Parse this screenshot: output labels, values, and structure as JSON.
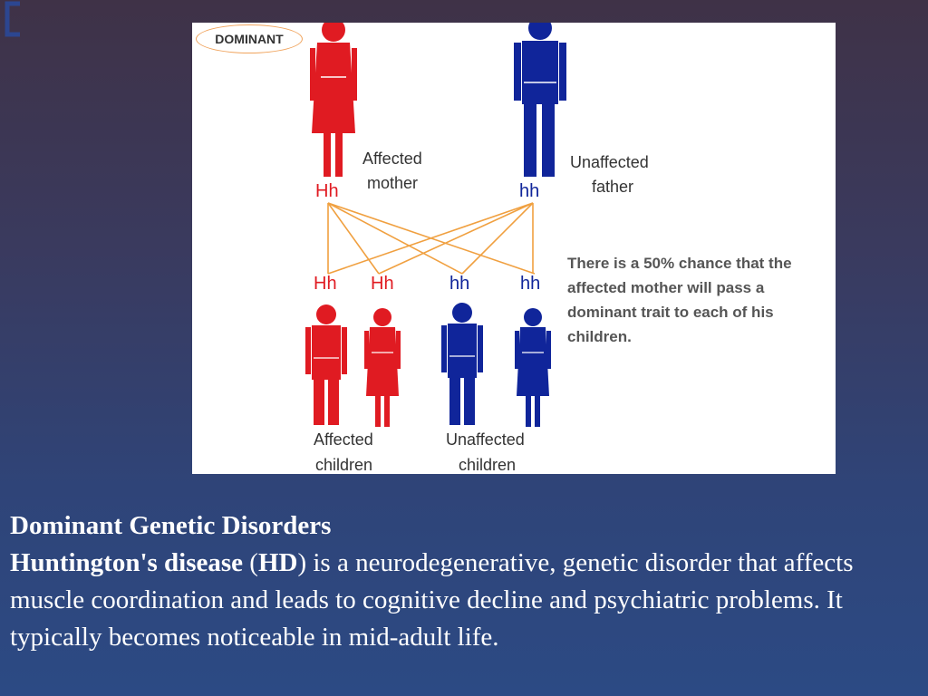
{
  "diagram": {
    "badge": "DOMINANT",
    "parents": {
      "mother": {
        "line1": "Affected",
        "line2": "mother",
        "genotype": "Hh"
      },
      "father": {
        "line1": "Unaffected",
        "line2": "father",
        "genotype": "hh"
      }
    },
    "children": [
      {
        "genotype": "Hh"
      },
      {
        "genotype": "Hh"
      },
      {
        "genotype": "hh"
      },
      {
        "genotype": "hh"
      }
    ],
    "affected_children": {
      "line1": "Affected",
      "line2": "children"
    },
    "unaffected_children": {
      "line1": "Unaffected",
      "line2": "children"
    },
    "explanation": "There is a 50% chance that the\naffected mother will pass a\ndominant trait to each of his\nchildren.",
    "colors": {
      "affected": "#e01b22",
      "unaffected": "#10259a",
      "cross_lines": "#f0a040"
    }
  },
  "slide_text": {
    "heading": "Dominant Genetic Disorders",
    "term": "Huntington's disease",
    "open_paren": " (",
    "abbr": "HD",
    "body": ") is a neurodegenerative, genetic disorder that affects muscle coordination and leads to cognitive decline and psychiatric problems. It typically becomes noticeable in mid-adult life."
  }
}
